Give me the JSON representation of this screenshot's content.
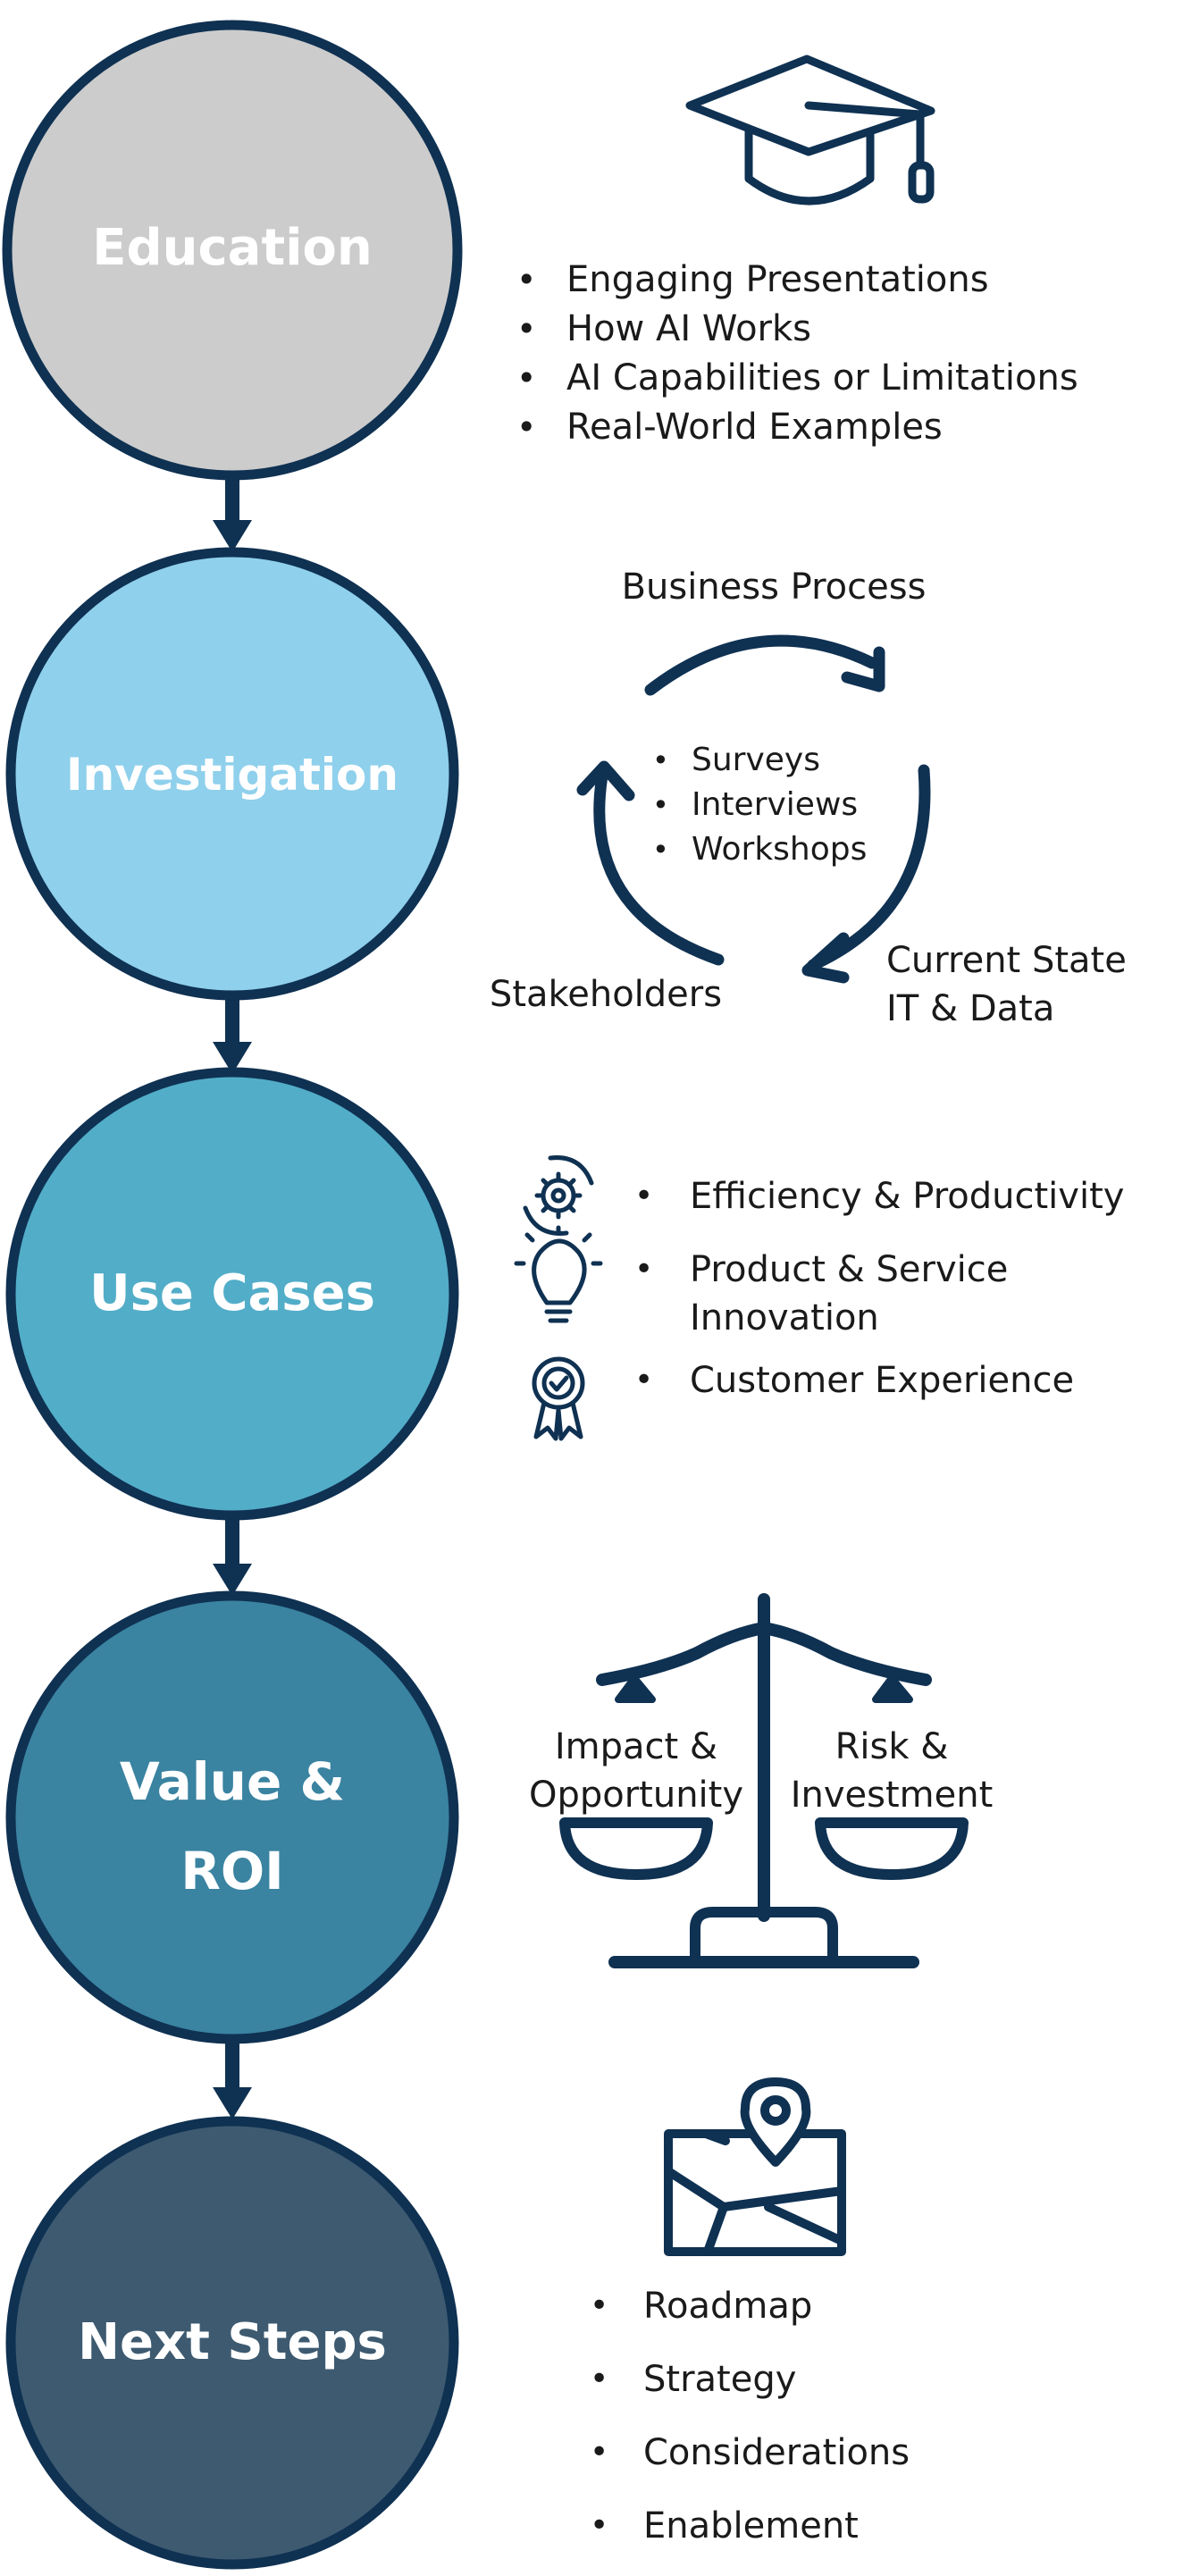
{
  "colors": {
    "outline": "#0f3152",
    "education": "#cccccc",
    "investigation": "#8fd0ec",
    "use_cases": "#52adc8",
    "value_roi": "#3a83a1",
    "next_steps": "#3d5a70",
    "text": "#1a1a1a"
  },
  "stages": {
    "education": {
      "label": "Education",
      "icon": "graduation-cap-icon",
      "bullets": [
        "Engaging Presentations",
        "How AI Works",
        "AI Capabilities or Limitations",
        "Real-World Examples"
      ]
    },
    "investigation": {
      "label": "Investigation",
      "cycle_top": "Business Process",
      "cycle_right_line1": "Current State",
      "cycle_right_line2": "IT & Data",
      "cycle_left": "Stakeholders",
      "bullets": [
        "Surveys",
        "Interviews",
        "Workshops"
      ]
    },
    "use_cases": {
      "label": "Use Cases",
      "items": [
        {
          "icon": "gear-cycle-icon",
          "line1": "Efficiency & Productivity",
          "line2": ""
        },
        {
          "icon": "lightbulb-icon",
          "line1": "Product & Service",
          "line2": "Innovation"
        },
        {
          "icon": "award-badge-icon",
          "line1": "Customer Experience",
          "line2": ""
        }
      ]
    },
    "value_roi": {
      "label_line1": "Value &",
      "label_line2": "ROI",
      "left_line1": "Impact &",
      "left_line2": "Opportunity",
      "right_line1": "Risk &",
      "right_line2": "Investment",
      "icon": "balance-scale-icon"
    },
    "next_steps": {
      "label": "Next Steps",
      "icon": "map-pin-icon",
      "bullets": [
        "Roadmap",
        "Strategy",
        "Considerations",
        "Enablement"
      ]
    }
  }
}
